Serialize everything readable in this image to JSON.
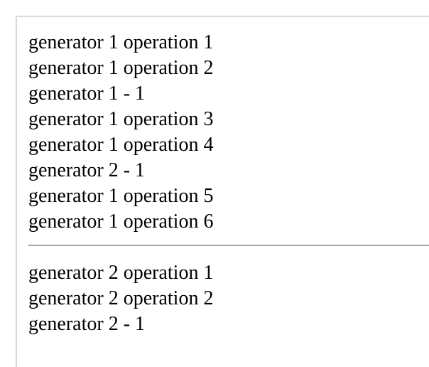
{
  "first_output": {
    "lines": [
      "generator 1 operation 1",
      "generator 1 operation 2",
      "generator 1 - 1",
      "generator 1 operation 3",
      "generator 1 operation 4",
      "generator 2 - 1",
      "generator 1 operation 5",
      "generator 1 operation 6"
    ]
  },
  "second_output": {
    "lines": [
      "generator 2 operation 1",
      "generator 2 operation 2",
      "generator 2 - 1"
    ]
  }
}
